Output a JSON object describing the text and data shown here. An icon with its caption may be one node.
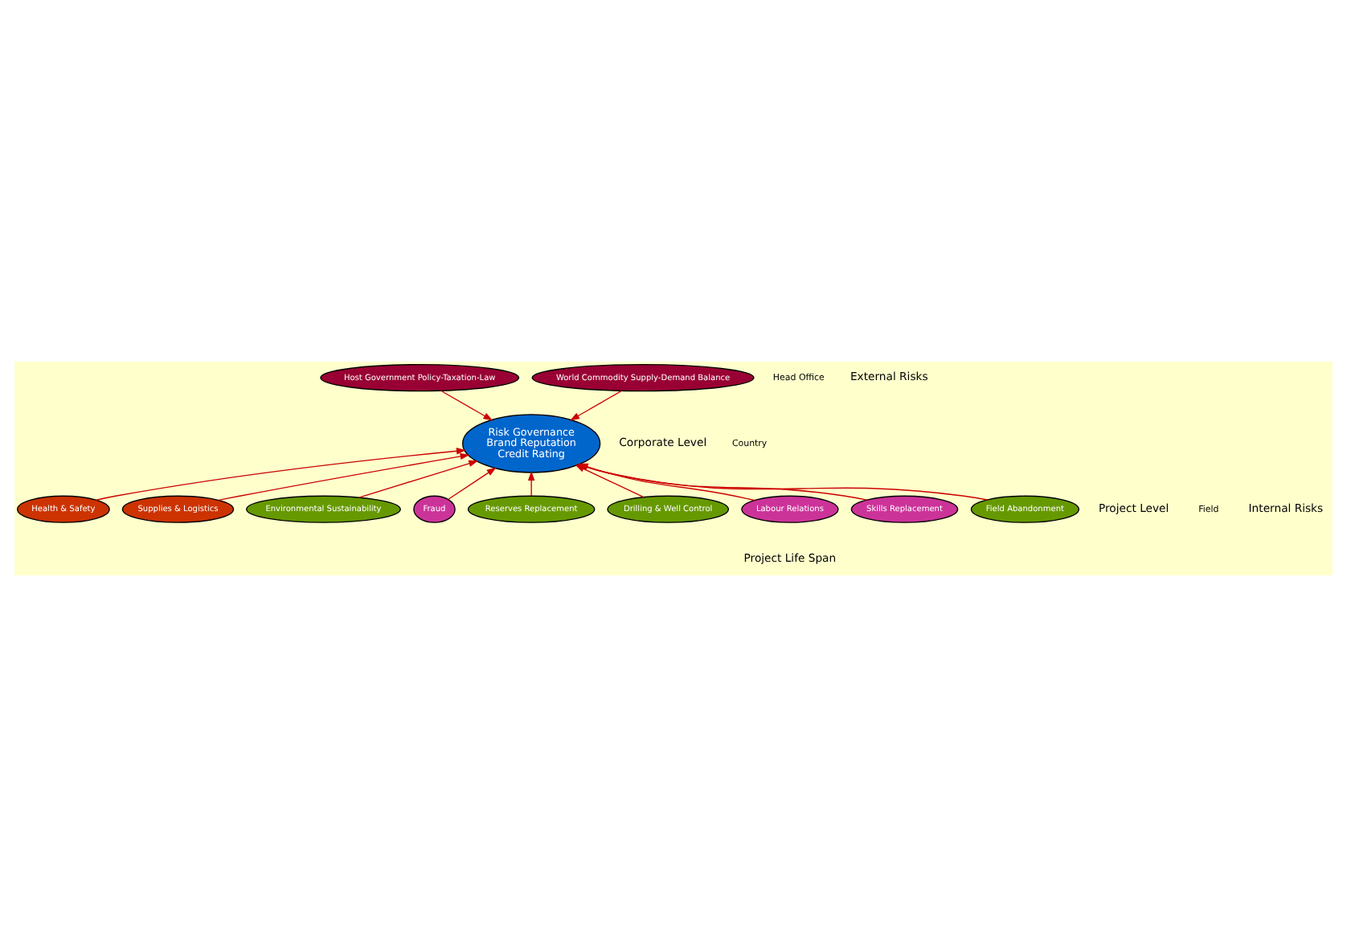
{
  "diagram": {
    "nodes": [
      {
        "text": [
          "Host Government Policy-Taxation-Law"
        ]
      },
      {
        "text": [
          "World Commodity Supply-Demand Balance"
        ]
      },
      {
        "text": [
          "Risk Governance",
          "Brand Reputation",
          "Credit Rating"
        ]
      },
      {
        "text": [
          "Health & Safety"
        ]
      },
      {
        "text": [
          "Supplies & Logistics"
        ]
      },
      {
        "text": [
          "Environmental Sustainability"
        ]
      },
      {
        "text": [
          "Fraud"
        ]
      },
      {
        "text": [
          "Reserves Replacement"
        ]
      },
      {
        "text": [
          "Drilling & Well Control"
        ]
      },
      {
        "text": [
          "Labour Relations"
        ]
      },
      {
        "text": [
          "Skills Replacement"
        ]
      },
      {
        "text": [
          "Field Abandonment"
        ]
      }
    ],
    "edges": [
      {
        "from": 0,
        "to": 2,
        "arrow": "to"
      },
      {
        "from": 1,
        "to": 2,
        "arrow": "to"
      },
      {
        "from": 3,
        "to": 2,
        "arrow": "to"
      },
      {
        "from": 4,
        "to": 2,
        "arrow": "to"
      },
      {
        "from": 5,
        "to": 2,
        "arrow": "to"
      },
      {
        "from": 6,
        "to": 2,
        "arrow": "to"
      },
      {
        "from": 7,
        "to": 2,
        "arrow": "to"
      },
      {
        "from": 8,
        "to": 2,
        "arrow": "to"
      },
      {
        "from": 9,
        "to": 2,
        "arrow": "to"
      },
      {
        "from": 10,
        "to": 2,
        "arrow": "to"
      },
      {
        "from": 11,
        "to": 2,
        "arrow": "to"
      }
    ],
    "labels": [
      "Corporate Level",
      "Project Level",
      "Head Office",
      "Country",
      "Field",
      "External Risks",
      "Internal Risks",
      "Project Life Span"
    ]
  }
}
